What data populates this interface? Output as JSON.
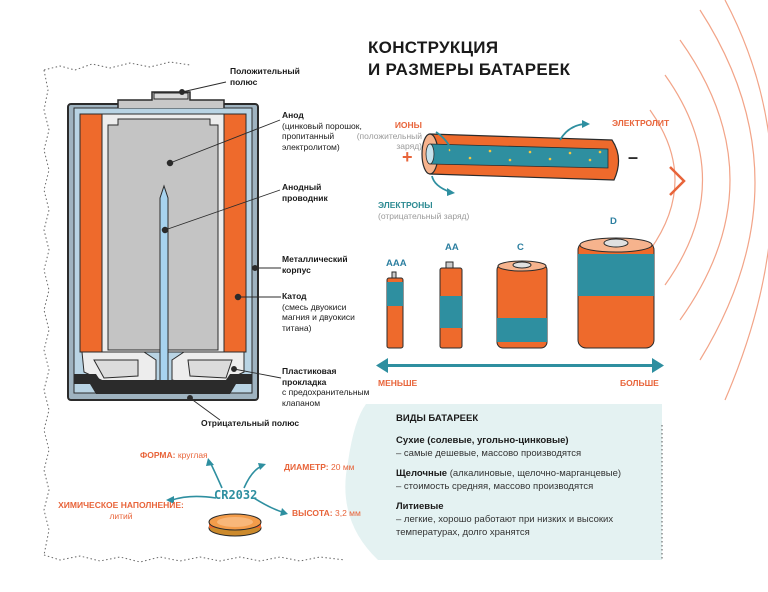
{
  "title": {
    "line1": "КОНСТРУКЦИЯ",
    "line2": "И РАЗМЕРЫ БАТАРЕЕК"
  },
  "anatomy": {
    "positive_pole": "Положительный полюс",
    "anode_title": "Анод",
    "anode_desc": "(цинковый порошок, пропитанный электролитом)",
    "anode_conductor": "Анодный проводник",
    "metal_case": "Металлический корпус",
    "cathode_title": "Катод",
    "cathode_desc": "(смесь двуокиси магния и двуокиси титана)",
    "gasket_title": "Пластиковая прокладка",
    "gasket_desc": "с предохранительным клапаном",
    "negative_pole": "Отрицательный полюс"
  },
  "ions": {
    "ions_title": "ИОНЫ",
    "ions_sub": "(положительный заряд)",
    "electrolyte": "ЭЛЕКТРОЛИТ",
    "electrons_title": "ЭЛЕКТРОНЫ",
    "electrons_sub": "(отрицательный заряд)",
    "plus": "+",
    "minus": "–"
  },
  "sizes": {
    "labels": [
      "AAA",
      "AA",
      "C",
      "D"
    ],
    "smaller": "МЕНЬШЕ",
    "bigger": "БОЛЬШЕ"
  },
  "coin": {
    "model": "CR2032",
    "shape_key": "ФОРМА:",
    "shape_val": "круглая",
    "diameter_key": "ДИАМЕТР:",
    "diameter_val": "20 мм",
    "chem_key": "ХИМИЧЕСКОЕ НАПОЛНЕНИЕ:",
    "chem_val": "литий",
    "height_key": "ВЫСОТА:",
    "height_val": "3,2 мм"
  },
  "types": {
    "heading": "ВИДЫ БАТАРЕЕК",
    "items": [
      {
        "name": "Сухие (солевые, угольно-цинковые)",
        "desc": "– самые дешевые, массово производятся"
      },
      {
        "name": "Щелочные",
        "name_extra": " (алкалиновые, щелочно-марганцевые)",
        "desc": "– стоимость средняя, массово производятся"
      },
      {
        "name": "Литиевые",
        "desc": "– легкие, хорошо работают при низких и высоких температурах, долго хранятся"
      }
    ]
  },
  "colors": {
    "orange": "#ee6a2c",
    "teal": "#2e8fa0",
    "light_blue": "#a9cfe4",
    "case_grey": "#c9c9c9",
    "mint_bg": "#e4f2f2"
  }
}
